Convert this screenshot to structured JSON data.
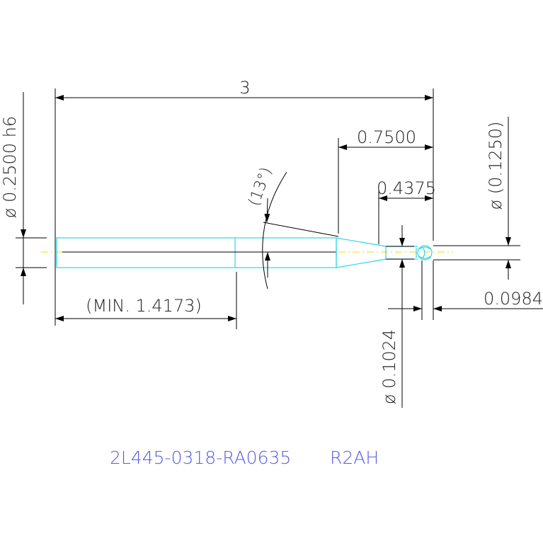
{
  "dimensions": {
    "overall_length": "3",
    "neck_length": "0.7500",
    "reach_length": "0.4375",
    "shank_diameter": "ø 0.2500 h6",
    "ball_diameter": "ø (0.1250)",
    "neck_diameter": "ø 0.1024",
    "radius_offset": "0.0984",
    "shank_min_length": "(MIN. 1.4173)",
    "taper_angle": "(13°)"
  },
  "part": {
    "number": "2L445-0318-RA0635",
    "code": "R2AH",
    "color": "#5a5ae6"
  },
  "colors": {
    "tool_outline": "#2fd6e6",
    "center_axis": "#e8e000",
    "dimension": "#000000"
  }
}
